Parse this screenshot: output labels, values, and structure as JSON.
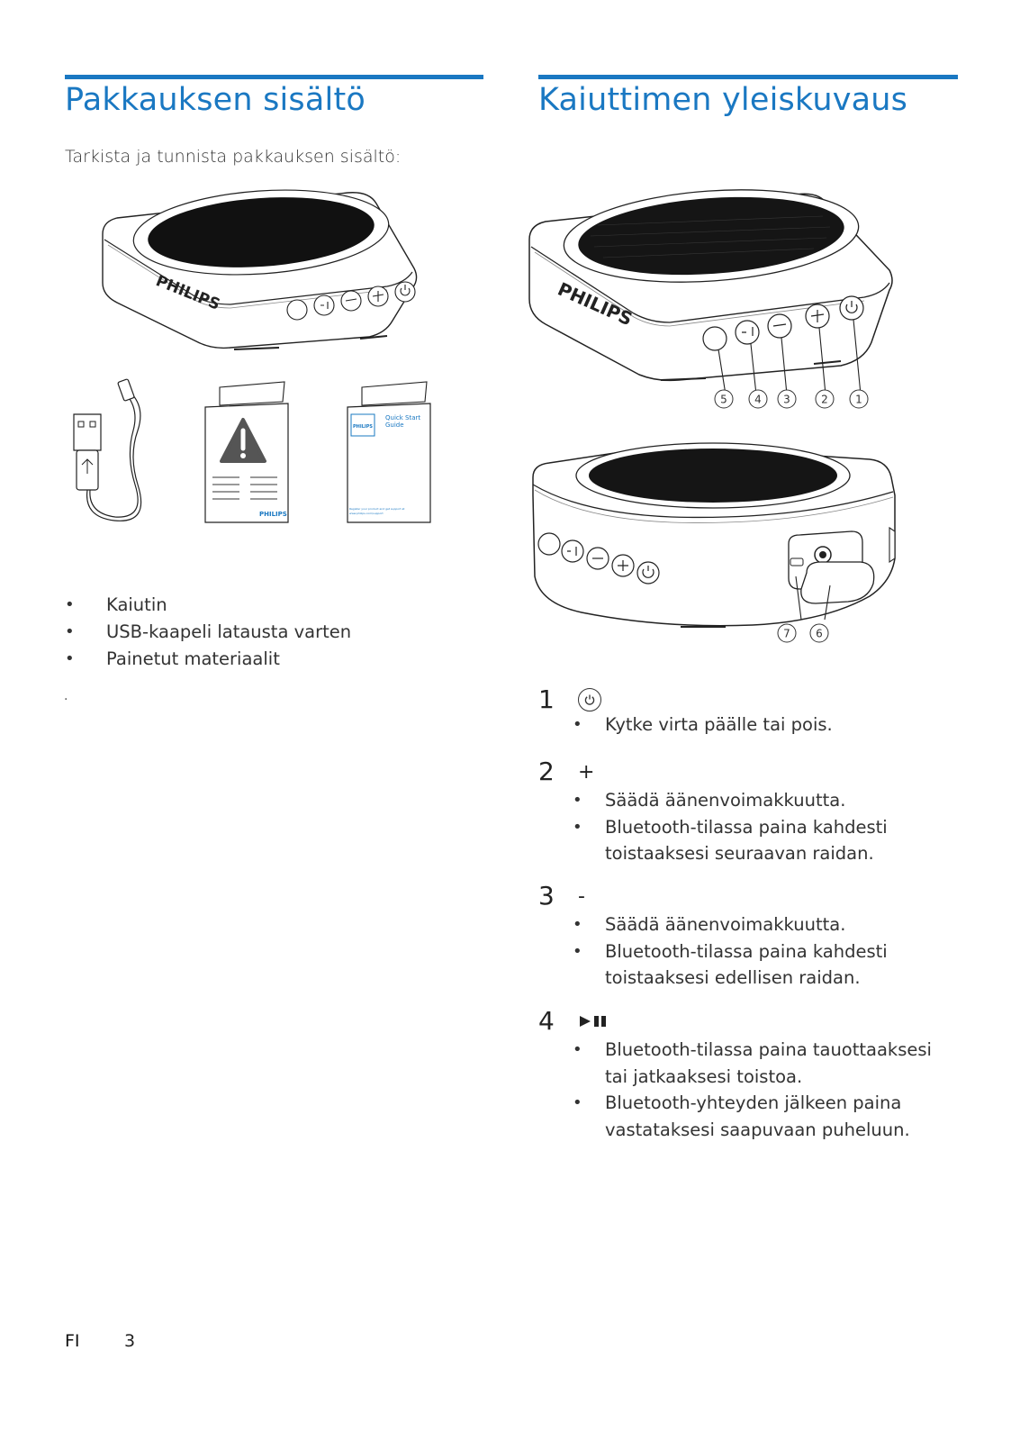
{
  "left": {
    "heading": "Pakkauksen sisältö",
    "intro": "Tarkista ja tunnista pakkauksen sisältö:",
    "contents": [
      "Kaiutin",
      "USB-kaapeli latausta varten",
      "Painetut materiaalit"
    ],
    "stray_mark": ".",
    "box_images": {
      "speaker_brand": "PHILIPS",
      "safety_leaflet_brand": "PHILIPS",
      "qsg_title_line1": "Quick Start",
      "qsg_title_line2": "Guide",
      "qsg_brand": "PHILIPS",
      "qsg_register_line1": "Register your product and get support at",
      "qsg_register_line2": "www.philips.com/support"
    }
  },
  "right": {
    "heading": "Kaiuttimen yleiskuvaus",
    "diagram_brand": "PHILIPS",
    "callouts_top": [
      "5",
      "4",
      "3",
      "2",
      "1"
    ],
    "callouts_bottom": [
      "7",
      "6"
    ],
    "items": [
      {
        "num": "1",
        "symbol": "power-icon",
        "bullets": [
          "Kytke virta päälle tai pois."
        ]
      },
      {
        "num": "2",
        "symbol": "+",
        "bullets": [
          "Säädä äänenvoimakkuutta.",
          "Bluetooth-tilassa paina kahdesti toistaaksesi seuraavan raidan."
        ]
      },
      {
        "num": "3",
        "symbol": "-",
        "bullets": [
          "Säädä äänenvoimakkuutta.",
          "Bluetooth-tilassa paina kahdesti toistaaksesi edellisen raidan."
        ]
      },
      {
        "num": "4",
        "symbol": "play-pause-icon",
        "bullets": [
          "Bluetooth-tilassa paina tauottaaksesi tai jatkaaksesi toistoa.",
          "Bluetooth-yhteyden jälkeen paina vastataksesi saapuvaan puheluun."
        ]
      }
    ]
  },
  "footer": {
    "lang": "FI",
    "page": "3"
  },
  "colors": {
    "accent": "#1a78c2",
    "text": "#2b2b2b"
  }
}
